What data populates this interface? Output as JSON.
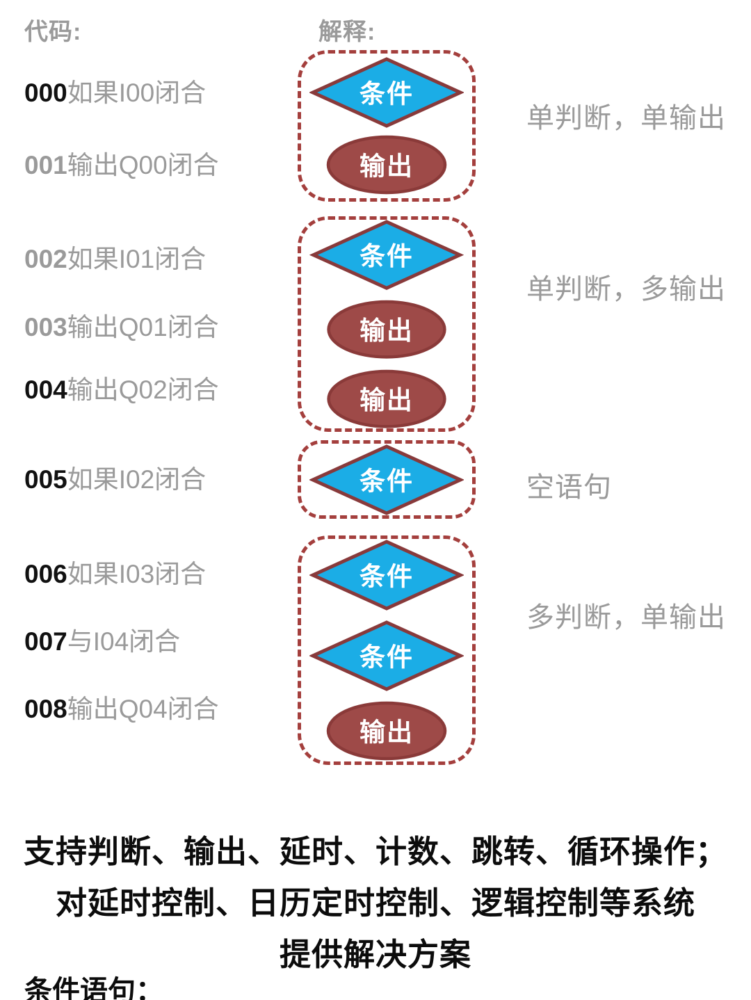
{
  "header": {
    "code_label": "代码:",
    "explain_label": "解释:"
  },
  "code_lines": [
    {
      "num": "000",
      "text": "如果I00闭合",
      "num_emphasis": "black"
    },
    {
      "num": "001",
      "text": "输出Q00闭合",
      "num_emphasis": "gray"
    },
    {
      "num": "002",
      "text": "如果I01闭合",
      "num_emphasis": "gray"
    },
    {
      "num": "003",
      "text": "输出Q01闭合",
      "num_emphasis": "gray"
    },
    {
      "num": "004",
      "text": "输出Q02闭合",
      "num_emphasis": "black"
    },
    {
      "num": "005",
      "text": "如果I02闭合",
      "num_emphasis": "black"
    },
    {
      "num": "006",
      "text": "如果I03闭合",
      "num_emphasis": "black"
    },
    {
      "num": "007",
      "text": "与I04闭合",
      "num_emphasis": "black"
    },
    {
      "num": "008",
      "text": "输出Q04闭合",
      "num_emphasis": "black"
    }
  ],
  "shape_labels": {
    "condition": "条件",
    "output": "输出"
  },
  "groups": [
    {
      "shapes": [
        "condition",
        "output"
      ],
      "annotation": "单判断，单输出"
    },
    {
      "shapes": [
        "condition",
        "output",
        "output"
      ],
      "annotation": "单判断，多输出"
    },
    {
      "shapes": [
        "condition"
      ],
      "annotation": "空语句"
    },
    {
      "shapes": [
        "condition",
        "condition",
        "output"
      ],
      "annotation": "多判断，单输出"
    }
  ],
  "footer": {
    "line1": "支持判断、输出、延时、计数、跳转、循环操作；",
    "line2": "对延时控制、日历定时控制、逻辑控制等系统",
    "line3": "提供解决方案",
    "condition_heading": "条件语句："
  },
  "colors": {
    "diamond_fill": "#1bade6",
    "diamond_border": "#883a3b",
    "ellipse_fill": "#9e4a48",
    "ellipse_border": "#8a3a39",
    "dashed_box_border": "#a43f3d",
    "gray_text": "#9a9a9a",
    "black_text": "#0c0c0c",
    "shape_text": "#ffffff"
  }
}
